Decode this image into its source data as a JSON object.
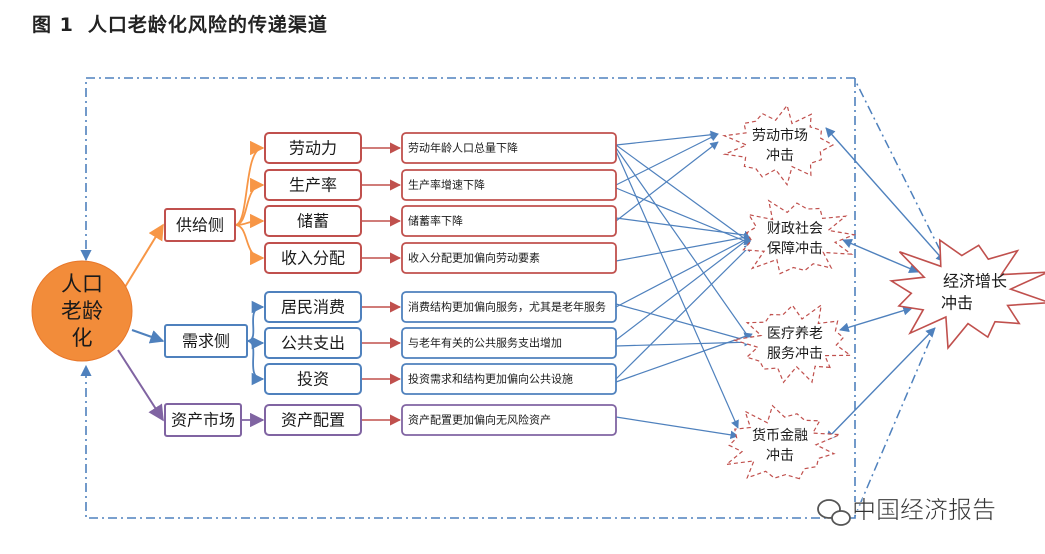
{
  "figure": {
    "number": "图 1",
    "title": "人口老龄化风险的传递渠道"
  },
  "source": {
    "name": "人口老龄化"
  },
  "channels": [
    {
      "label": "供给侧",
      "kind": "supply"
    },
    {
      "label": "需求侧",
      "kind": "demand"
    },
    {
      "label": "资产市场",
      "kind": "asset"
    }
  ],
  "factors": [
    {
      "label": "劳动力",
      "channel": 0
    },
    {
      "label": "生产率",
      "channel": 0
    },
    {
      "label": "储蓄",
      "channel": 0
    },
    {
      "label": "收入分配",
      "channel": 0
    },
    {
      "label": "居民消费",
      "channel": 1
    },
    {
      "label": "公共支出",
      "channel": 1
    },
    {
      "label": "投资",
      "channel": 1
    },
    {
      "label": "资产配置",
      "channel": 2
    }
  ],
  "effects": [
    "劳动年龄人口总量下降",
    "生产率增速下降",
    "储蓄率下降",
    "收入分配更加偏向劳动要素",
    "消费结构更加偏向服务，尤其是老年服务",
    "与老年有关的公共服务支出增加",
    "投资需求和结构更加偏向公共设施",
    "资产配置更加偏向无风险资产"
  ],
  "shocks": [
    {
      "line1": "劳动市场",
      "line2": "冲击"
    },
    {
      "line1": "财政社会",
      "line2": "保障冲击"
    },
    {
      "line1": "医疗养老",
      "line2": "服务冲击"
    },
    {
      "line1": "货币金融",
      "line2": "冲击"
    }
  ],
  "outcome": {
    "line1": "经济增长",
    "line2": "冲击"
  },
  "watermark": {
    "text": "中国经济报告"
  },
  "colors": {
    "red": "#c0504d",
    "blue": "#4f81bd",
    "orange": "#f79646",
    "purple": "#8064a2",
    "node_fill": "#f28c3a",
    "feedback": "#4f81bd"
  }
}
